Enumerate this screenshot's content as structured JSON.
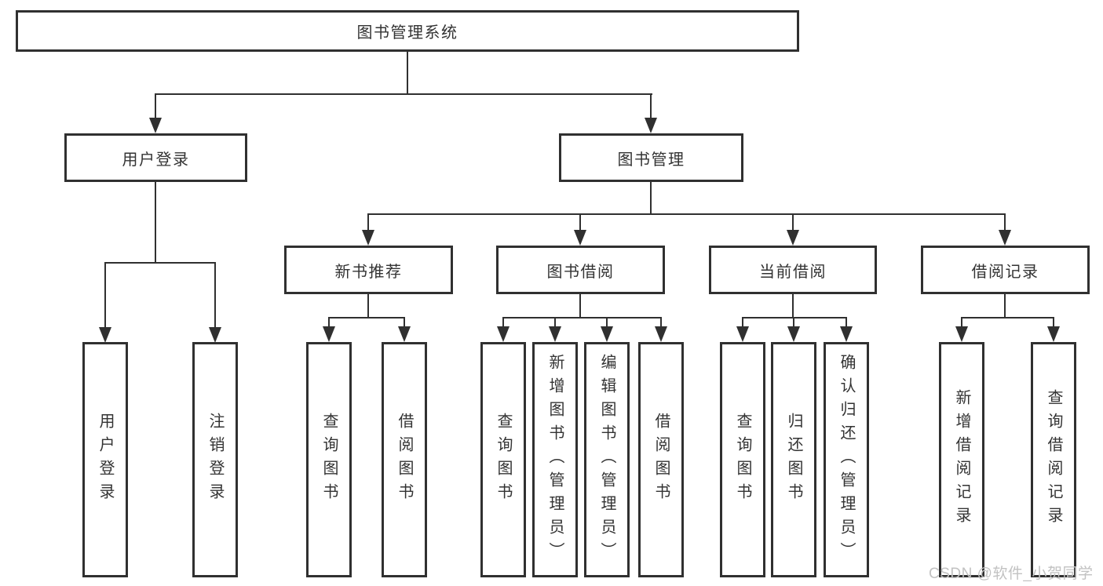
{
  "tree": {
    "label": "图书管理系统",
    "children": [
      {
        "label": "用户登录",
        "children": [
          {
            "label": "用户登录"
          },
          {
            "label": "注销登录"
          }
        ]
      },
      {
        "label": "图书管理",
        "children": [
          {
            "label": "新书推荐",
            "children": [
              {
                "label": "查询图书"
              },
              {
                "label": "借阅图书"
              }
            ]
          },
          {
            "label": "图书借阅",
            "children": [
              {
                "label": "查询图书"
              },
              {
                "label": "新增图书（管理员）"
              },
              {
                "label": "编辑图书（管理员）"
              },
              {
                "label": "借阅图书"
              }
            ]
          },
          {
            "label": "当前借阅",
            "children": [
              {
                "label": "查询图书"
              },
              {
                "label": "归还图书"
              },
              {
                "label": "确认归还（管理员）"
              }
            ]
          },
          {
            "label": "借阅记录",
            "children": [
              {
                "label": "新增借阅记录"
              },
              {
                "label": "查询借阅记录"
              }
            ]
          }
        ]
      }
    ]
  },
  "watermark": {
    "text": "CSDN @软件_小贺同学"
  },
  "colors": {
    "line": "#303030",
    "box_border": "#303030",
    "text": "#333333",
    "background": "#ffffff",
    "watermark": "#c2c2c2"
  }
}
